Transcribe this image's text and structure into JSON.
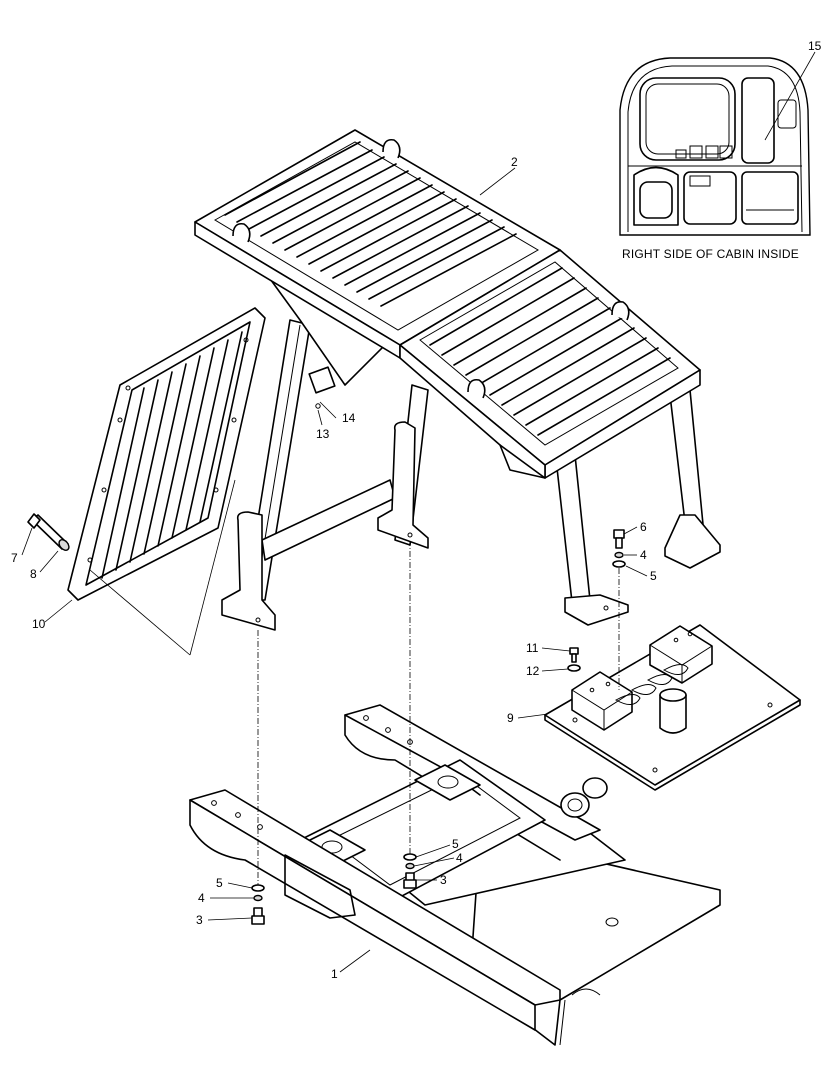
{
  "inset": {
    "caption": "RIGHT SIDE OF CABIN INSIDE",
    "callout": "15"
  },
  "callouts": {
    "c1": "1",
    "c2": "2",
    "c3a": "3",
    "c3b": "3",
    "c4a": "4",
    "c4b": "4",
    "c4c": "4",
    "c5a": "5",
    "c5b": "5",
    "c5c": "5",
    "c6": "6",
    "c7": "7",
    "c8": "8",
    "c9": "9",
    "c10": "10",
    "c11": "11",
    "c12": "12",
    "c13": "13",
    "c14": "14"
  }
}
